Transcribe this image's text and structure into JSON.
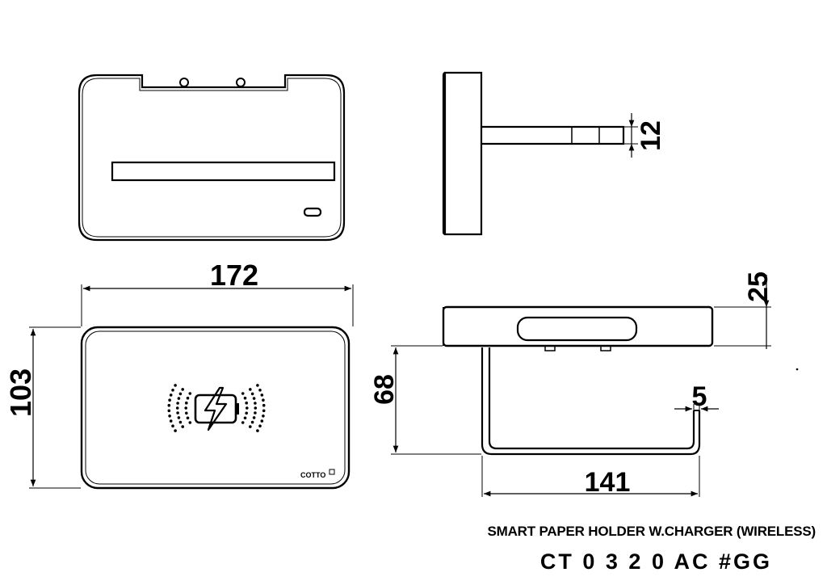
{
  "title": {
    "name": "SMART PAPER HOLDER W.CHARGER (WIRELESS)",
    "code": "CT 0 3 2 0 AC #GG"
  },
  "dimensions": {
    "front_width": "172",
    "front_height": "103",
    "side_rod": "12",
    "plate_thickness": "25",
    "arm_drop": "68",
    "arm_tip": "5",
    "arm_length": "141"
  },
  "brand": "COTTO",
  "icons": [
    "wireless-charging-icon",
    "battery-bolt-icon"
  ]
}
